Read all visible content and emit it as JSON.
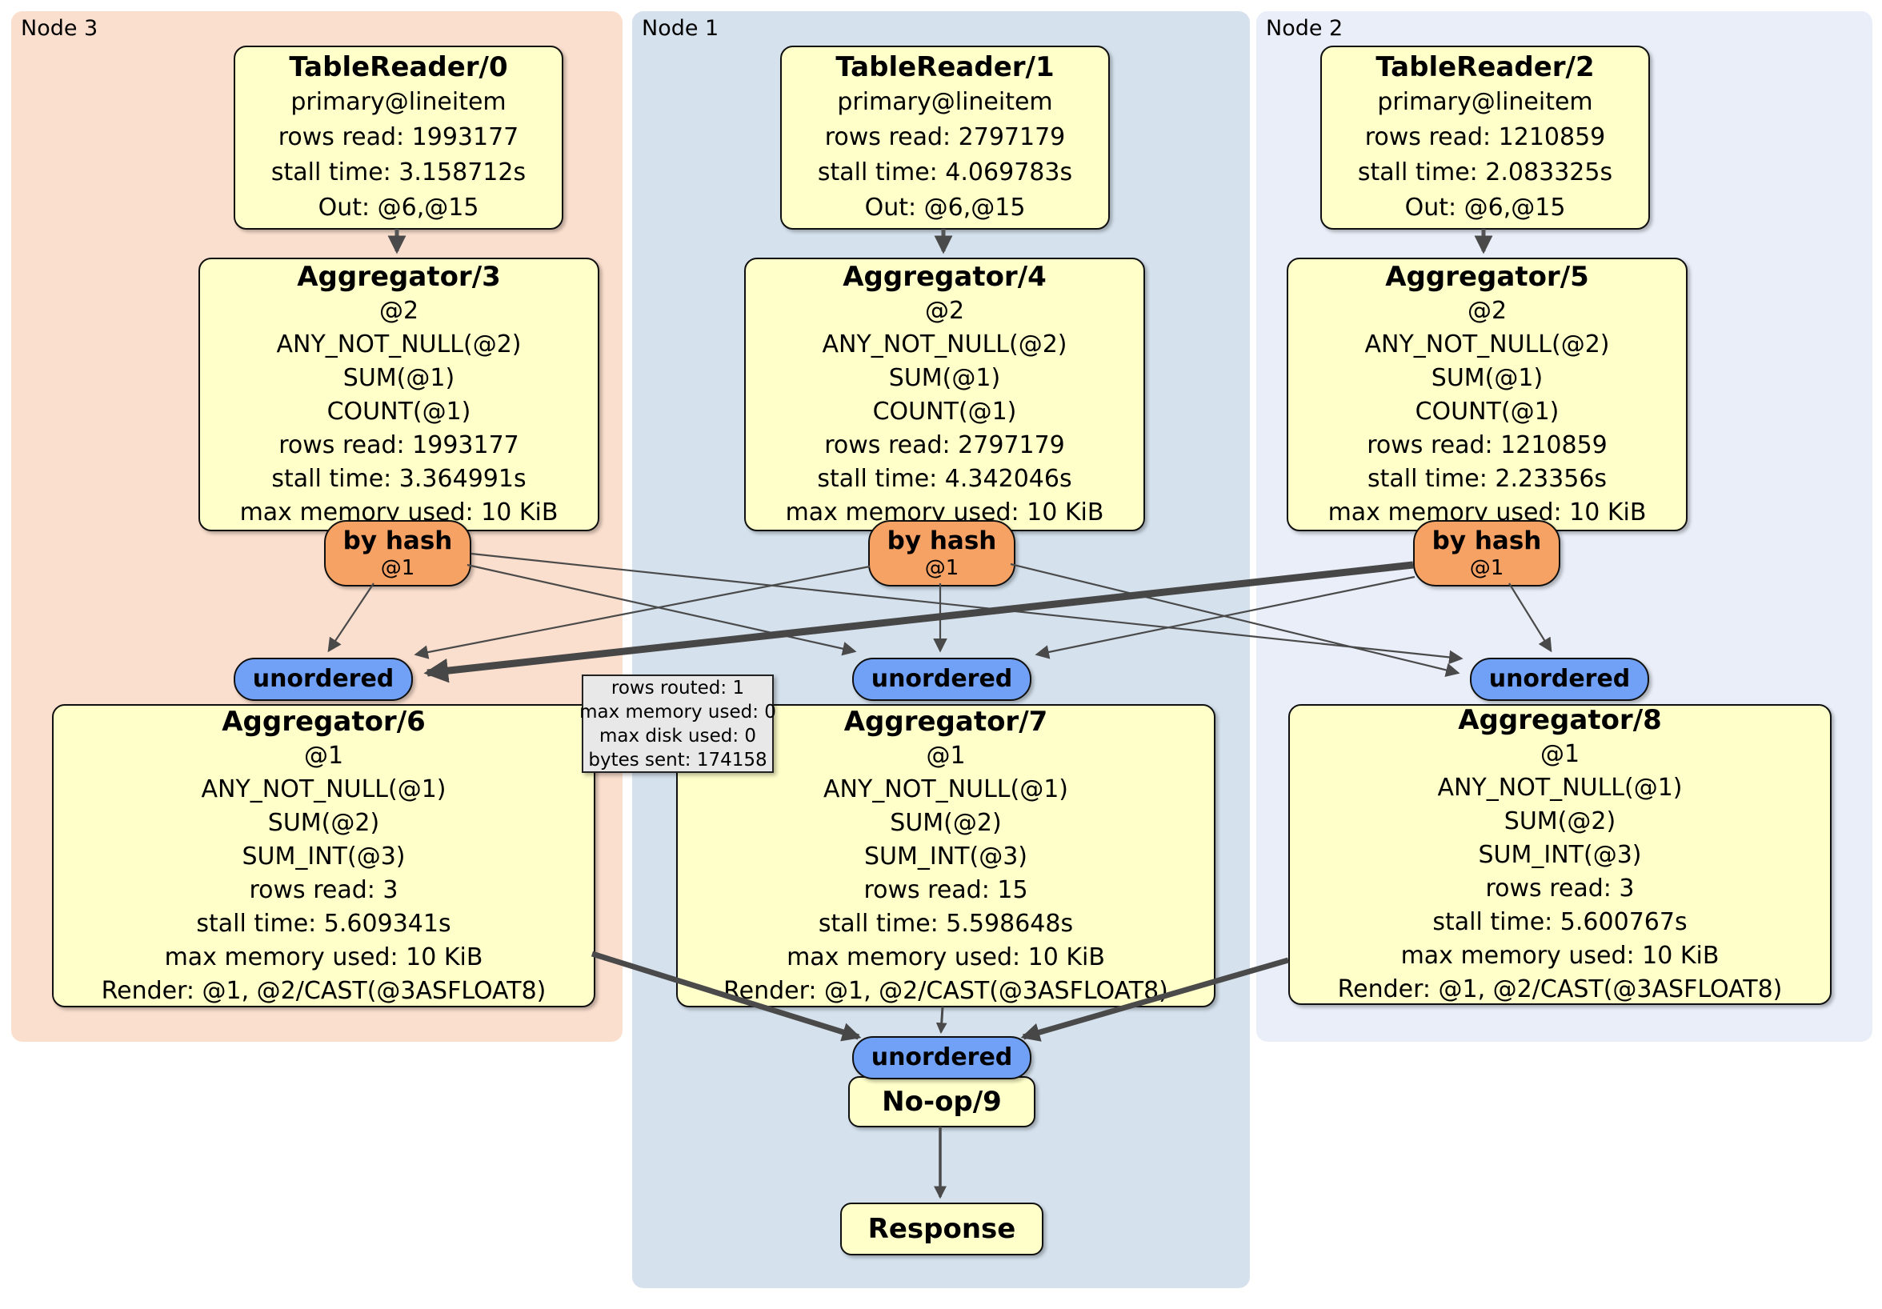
{
  "panels": [
    {
      "label": "Node 3"
    },
    {
      "label": "Node 1"
    },
    {
      "label": "Node 2"
    }
  ],
  "processors": {
    "tr0": {
      "title": "TableReader/0",
      "lines": [
        "primary@lineitem",
        "rows read: 1993177",
        "stall time: 3.158712s",
        "Out: @6,@15"
      ]
    },
    "tr1": {
      "title": "TableReader/1",
      "lines": [
        "primary@lineitem",
        "rows read: 2797179",
        "stall time: 4.069783s",
        "Out: @6,@15"
      ]
    },
    "tr2": {
      "title": "TableReader/2",
      "lines": [
        "primary@lineitem",
        "rows read: 1210859",
        "stall time: 2.083325s",
        "Out: @6,@15"
      ]
    },
    "agg3": {
      "title": "Aggregator/3",
      "lines": [
        "@2",
        "ANY_NOT_NULL(@2)",
        "SUM(@1)",
        "COUNT(@1)",
        "rows read: 1993177",
        "stall time: 3.364991s",
        "max memory used: 10 KiB"
      ]
    },
    "agg4": {
      "title": "Aggregator/4",
      "lines": [
        "@2",
        "ANY_NOT_NULL(@2)",
        "SUM(@1)",
        "COUNT(@1)",
        "rows read: 2797179",
        "stall time: 4.342046s",
        "max memory used: 10 KiB"
      ]
    },
    "agg5": {
      "title": "Aggregator/5",
      "lines": [
        "@2",
        "ANY_NOT_NULL(@2)",
        "SUM(@1)",
        "COUNT(@1)",
        "rows read: 1210859",
        "stall time: 2.23356s",
        "max memory used: 10 KiB"
      ]
    },
    "agg6": {
      "title": "Aggregator/6",
      "lines": [
        "@1",
        "ANY_NOT_NULL(@1)",
        "SUM(@2)",
        "SUM_INT(@3)",
        "rows read: 3",
        "stall time: 5.609341s",
        "max memory used: 10 KiB",
        "Render: @1, @2/CAST(@3ASFLOAT8)"
      ]
    },
    "agg7": {
      "title": "Aggregator/7",
      "lines": [
        "@1",
        "ANY_NOT_NULL(@1)",
        "SUM(@2)",
        "SUM_INT(@3)",
        "rows read: 15",
        "stall time: 5.598648s",
        "max memory used: 10 KiB",
        "Render: @1, @2/CAST(@3ASFLOAT8)"
      ]
    },
    "agg8": {
      "title": "Aggregator/8",
      "lines": [
        "@1",
        "ANY_NOT_NULL(@1)",
        "SUM(@2)",
        "SUM_INT(@3)",
        "rows read: 3",
        "stall time: 5.600767s",
        "max memory used: 10 KiB",
        "Render: @1, @2/CAST(@3ASFLOAT8)"
      ]
    },
    "noop": {
      "title": "No-op/9"
    },
    "response": {
      "title": "Response"
    }
  },
  "routers": {
    "hash_label": "by hash",
    "hash_tag": "@1",
    "unordered_label": "unordered"
  },
  "tooltip": {
    "lines": [
      "rows routed: 1",
      "max memory used: 0",
      "max disk used: 0",
      "bytes sent: 174158"
    ]
  },
  "colors": {
    "node3_panel": "#fbdfce",
    "node1_panel": "#d5e2ee",
    "node2_panel": "#e9eef8",
    "processor_box": "#ffffca",
    "hash_router": "#f7a265",
    "unordered_stream": "#70a1f6",
    "edge": "#4a4a4a",
    "tooltip_bg": "#e8e8e8"
  }
}
